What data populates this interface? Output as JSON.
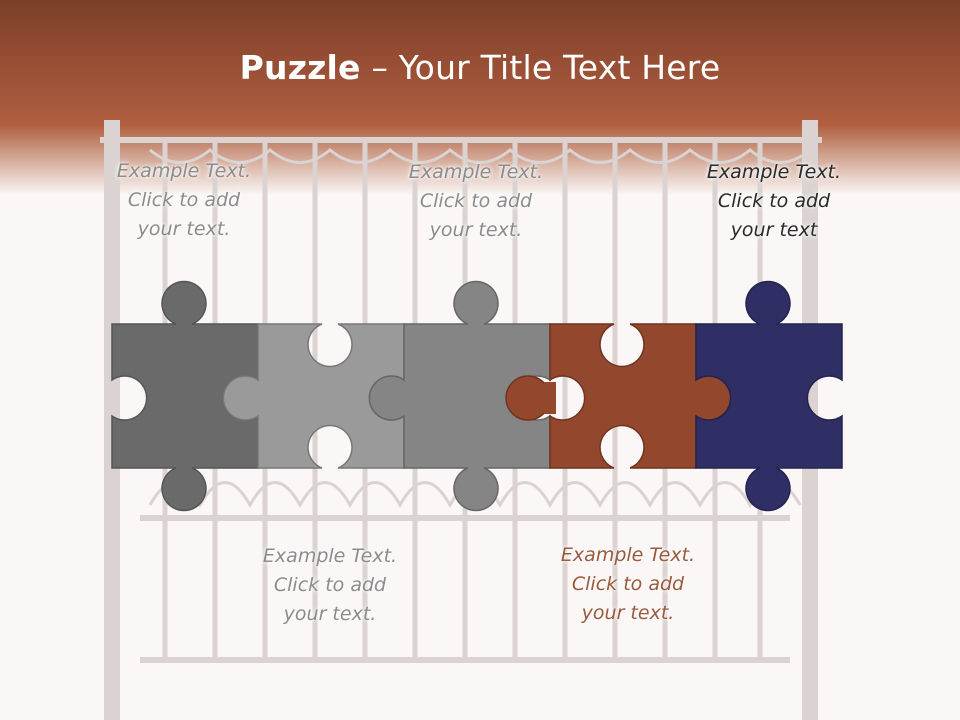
{
  "title": {
    "bold": "Puzzle",
    "rest": " – Your Title Text Here"
  },
  "captions": [
    {
      "lines": [
        "Example Text.",
        "Click  to add",
        "your text."
      ]
    },
    {
      "lines": [
        "Example Text.",
        "Click  to add",
        "your text."
      ]
    },
    {
      "lines": [
        "Example Text.",
        "Click  to add",
        "your text."
      ]
    },
    {
      "lines": [
        "Example Text.",
        "Click  to add",
        "your text."
      ]
    },
    {
      "lines": [
        "Example Text.",
        "Click  to add",
        "your text"
      ]
    }
  ],
  "colors": {
    "header": "#a3553a",
    "piece1": "#6a6a6a",
    "piece2": "#9a9a9a",
    "piece3": "#858585",
    "piece4": "#93482e",
    "piece5": "#2f2f66"
  }
}
